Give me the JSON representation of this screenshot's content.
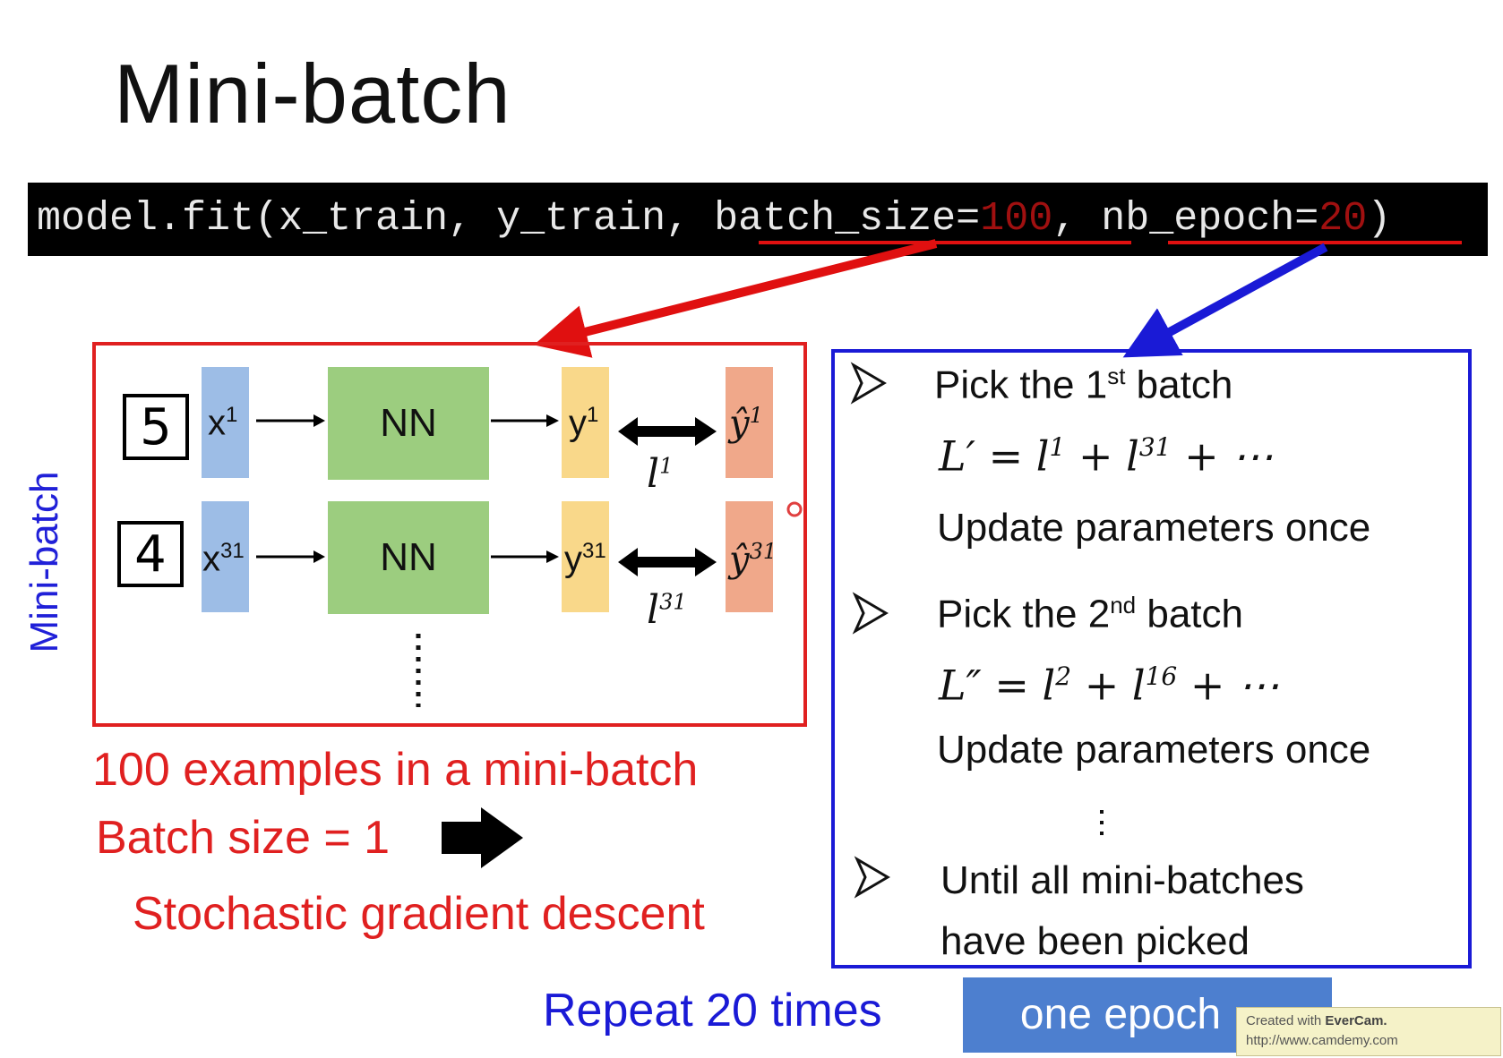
{
  "title": "Mini-batch",
  "code": {
    "prefix": "model.fit(x_train, y_train, ",
    "batch_key": "batch_size=",
    "batch_value": "100",
    "sep": ", ",
    "epoch_key": "nb_epoch=",
    "epoch_value": "20",
    "suffix": ")"
  },
  "left_panel": {
    "side_label": "Mini-batch",
    "row1": {
      "digit": "5",
      "x": "x",
      "x_sup": "1",
      "nn": "NN",
      "y": "y",
      "y_sup": "1",
      "yhat": "ŷ",
      "yhat_sup": "1",
      "loss": "l",
      "loss_sup": "1"
    },
    "row2": {
      "digit": "4",
      "x": "x",
      "x_sup": "31",
      "nn": "NN",
      "y": "y",
      "y_sup": "31",
      "yhat": "ŷ",
      "yhat_sup": "31",
      "loss": "l",
      "loss_sup": "31"
    },
    "line1": "100 examples in a mini-batch",
    "line2": "Batch size = 1",
    "line3": "Stochastic gradient descent"
  },
  "right_panel": {
    "b1_pre": "Pick the 1",
    "b1_sup": "st",
    "b1_post": " batch",
    "eq1": {
      "lhs": "L′",
      "eq": " = ",
      "t1": "l",
      "t1s": "1",
      "plus1": " + ",
      "t2": "l",
      "t2s": "31",
      "tail": " + ⋯"
    },
    "update1": "Update parameters once",
    "b2_pre": "Pick the 2",
    "b2_sup": "nd",
    "b2_post": " batch",
    "eq2": {
      "lhs": "L″",
      "eq": " = ",
      "t1": "l",
      "t1s": "2",
      "plus1": " + ",
      "t2": "l",
      "t2s": "16",
      "tail": " + ⋯"
    },
    "update2": "Update parameters once",
    "b3_line1": "Until all mini-batches",
    "b3_line2": "have been picked"
  },
  "bottom": {
    "repeat": "Repeat 20 times",
    "epoch_button": "one epoch"
  },
  "watermark": {
    "line1_pre": "Created with ",
    "line1_brand": "EverCam.",
    "line2": "http://www.camdemy.com"
  },
  "colors": {
    "red": "#e02020",
    "blue": "#1a1ad6",
    "nn_green": "#9ccd7f",
    "x_blue": "#9dbde6",
    "y_yellow": "#f9d88a",
    "yhat_orange": "#f0a88a"
  }
}
